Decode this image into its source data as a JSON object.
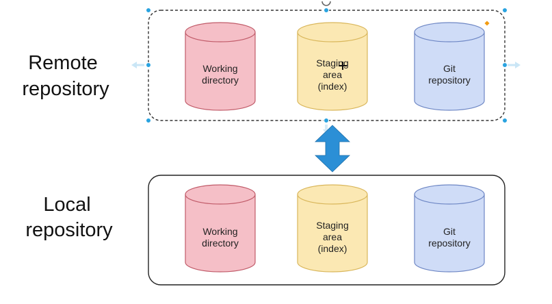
{
  "colors": {
    "working_fill": "#f5bfc7",
    "working_stroke": "#c05a68",
    "staging_fill": "#fbe8b3",
    "staging_stroke": "#d9b65a",
    "git_fill": "#cfdcf7",
    "git_stroke": "#6d86c4",
    "container_stroke": "#222222",
    "selection_handle": "#29a3e0",
    "arrow": "#2b8fd6"
  },
  "remote": {
    "title_line1": "Remote",
    "title_line2": "repository",
    "selected": true,
    "stores": [
      {
        "kind": "working",
        "line1": "Working",
        "line2": "directory",
        "line3": ""
      },
      {
        "kind": "staging",
        "line1": "Staging",
        "line2": "area",
        "line3": "(index)"
      },
      {
        "kind": "git",
        "line1": "Git",
        "line2": "repository",
        "line3": ""
      }
    ]
  },
  "local": {
    "title_line1": "Local",
    "title_line2": "repository",
    "stores": [
      {
        "kind": "working",
        "line1": "Working",
        "line2": "directory",
        "line3": ""
      },
      {
        "kind": "staging",
        "line1": "Staging",
        "line2": "area",
        "line3": "(index)"
      },
      {
        "kind": "git",
        "line1": "Git",
        "line2": "repository",
        "line3": ""
      }
    ]
  },
  "connector": {
    "kind": "double-headed-arrow",
    "icon": "double-arrow-icon"
  },
  "icons": {
    "cursor": "move-cursor-icon",
    "handles": "selection-handle-icon",
    "rotate": "rotate-handle-icon",
    "hover_arrows": "hover-arrow-icon"
  }
}
